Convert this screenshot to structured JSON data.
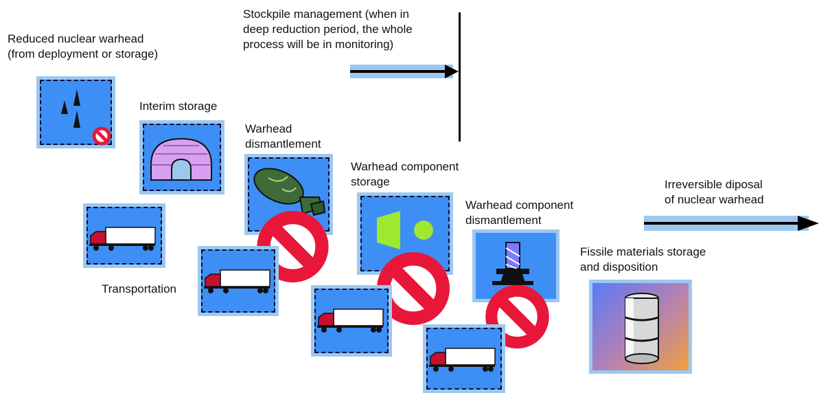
{
  "labels": {
    "stockpile": "Stockpile management  (when in\ndeep reduction period, the whole\nprocess will be in monitoring)",
    "reduced": "Reduced nuclear warhead\n(from deployment or storage)",
    "interim": "Interim storage",
    "dismantlement": "Warhead\ndismantlement",
    "component_storage": "Warhead component\nstorage",
    "component_dismantlement": "Warhead component\ndismantlement",
    "irreversible": "Irreversible diposal\nof nuclear warhead",
    "fissile": "Fissile materials storage\nand disposition",
    "transportation": "Transportation"
  },
  "colors": {
    "tile_blue": "#3d8ef5",
    "tile_border": "#9cc8f0",
    "arrow_band": "#9cc8f0",
    "prohibit_red": "#e8173a",
    "truck_cab": "#c8102e",
    "igloo": "#d8a0f0",
    "bomb": "#3f6b3a",
    "component": "#9fe830"
  },
  "icons": {
    "warheads": "missile-warheads-icon",
    "igloo": "igloo-storage-icon",
    "bomb": "warhead-bomb-icon",
    "component": "component-shapes-icon",
    "press": "dismantlement-press-icon",
    "barrel": "barrel-drum-icon",
    "truck": "truck-icon",
    "prohibit": "no-sign-icon"
  }
}
